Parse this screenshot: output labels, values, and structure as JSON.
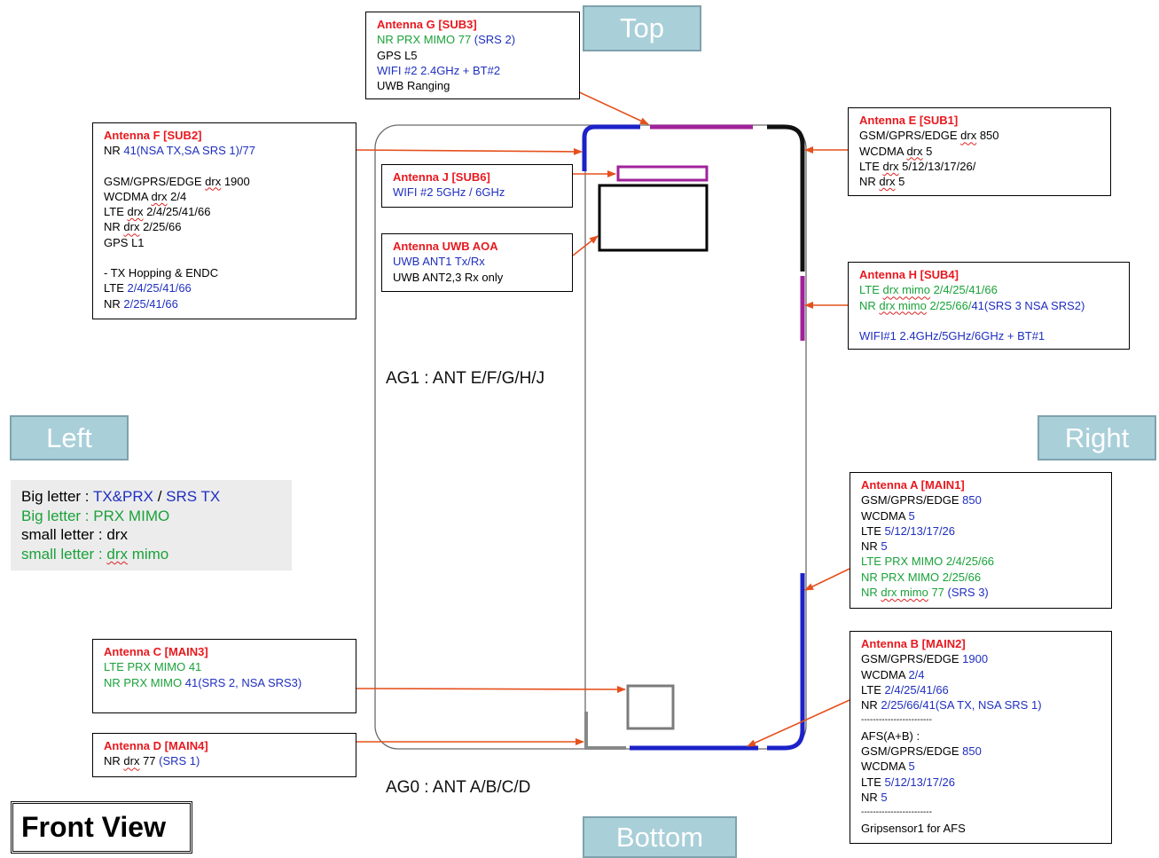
{
  "tabs": {
    "top": "Top",
    "left": "Left",
    "right": "Right",
    "bottom": "Bottom"
  },
  "groups": {
    "ag1": "AG1 : ANT E/F/G/H/J",
    "ag0": "AG0 : ANT A/B/C/D"
  },
  "front_view": "Front View",
  "legend": [
    {
      "a": "Big letter : ",
      "b": "TX&PRX",
      "c": " / ",
      "d": "SRS TX"
    },
    {
      "text": "Big letter : PRX MIMO"
    },
    {
      "text": "small letter : drx"
    },
    {
      "a": "small letter : ",
      "b": "drx",
      "c": " mimo"
    }
  ],
  "antennas": {
    "g": {
      "title": "Antenna G [SUB3]",
      "l1": "NR PRX MIMO 77 ",
      "l1b": "(SRS 2)",
      "l2": "GPS L5",
      "l3": "WIFI #2 2.4GHz + BT#2",
      "l4": "UWB Ranging"
    },
    "f": {
      "title": "Antenna F [SUB2]",
      "nr_a": "NR ",
      "nr_b": "41(NSA TX,SA SRS 1)/77",
      "gsm_a": "GSM/GPRS/EDGE ",
      "gsm_b": "drx",
      "gsm_c": " 1900",
      "wc_a": "WCDMA ",
      "wc_b": "drx",
      "wc_c": " 2/4",
      "lte_a": "LTE ",
      "lte_b": "drx",
      "lte_c": " 2/4/25/41/66",
      "nr2_a": "NR ",
      "nr2_b": "drx",
      "nr2_c": " 2/25/66",
      "gps": "GPS L1",
      "hop": "- TX Hopping & ENDC",
      "lte3_a": "LTE ",
      "lte3_b": "2/4/25/41/66",
      "nr3_a": "NR ",
      "nr3_b": "2/25/41/66"
    },
    "j": {
      "title": "Antenna J [SUB6]",
      "l1": "WIFI #2 5GHz / 6GHz"
    },
    "uwb": {
      "title": "Antenna UWB  AOA",
      "l1": "UWB ANT1 Tx/Rx",
      "l2": "UWB ANT2,3 Rx only"
    },
    "e": {
      "title": "Antenna E [SUB1]",
      "l1a": "GSM/GPRS/EDGE ",
      "l1b": "drx",
      "l1c": " 850",
      "l2a": "WCDMA ",
      "l2b": "drx",
      "l2c": " 5",
      "l3a": "LTE ",
      "l3b": "drx",
      "l3c": " 5/12/13/17/26/",
      "l4a": "NR ",
      "l4b": "drx",
      "l4c": " 5"
    },
    "h": {
      "title": "Antenna H [SUB4]",
      "l1a": "LTE ",
      "l1b": "drx mimo",
      "l1c": " 2/4/25/41/66",
      "l2a": "NR ",
      "l2b": "drx mimo",
      "l2c": " 2/25/66/",
      "l2d": "41(SRS 3 NSA SRS2)",
      "l3": "WIFI#1 2.4GHz/5GHz/6GHz + BT#1"
    },
    "a": {
      "title": "Antenna A [MAIN1]",
      "l1a": "GSM/GPRS/EDGE ",
      "l1b": "850",
      "l2a": "WCDMA ",
      "l2b": "5",
      "l3a": "LTE ",
      "l3b": "5/12/13/17/26",
      "l4a": "NR ",
      "l4b": "5",
      "l5": "LTE PRX MIMO 2/4/25/66",
      "l6": "NR PRX MIMO 2/25/66",
      "l7a": "NR ",
      "l7b": "drx mimo",
      "l7c": " 77 ",
      "l7d": "(SRS 3)"
    },
    "b": {
      "title": "Antenna B [MAIN2]",
      "l1a": "GSM/GPRS/EDGE ",
      "l1b": "1900",
      "l2a": "WCDMA ",
      "l2b": "2/4",
      "l3a": "LTE ",
      "l3b": "2/4/25/41/66",
      "l4a": "NR ",
      "l4b": "2/25/66/41(SA TX, NSA SRS 1)",
      "sep1": "------------------------",
      "l5": "AFS(A+B) :",
      "l6a": "GSM/GPRS/EDGE ",
      "l6b": "850",
      "l7a": "WCDMA ",
      "l7b": "5",
      "l8a": "LTE ",
      "l8b": "5/12/13/17/26",
      "l9a": "NR ",
      "l9b": "5",
      "sep2": "------------------------",
      "l10": "Gripsensor1 for AFS"
    },
    "c": {
      "title": "Antenna C [MAIN3]",
      "l1": "LTE PRX MIMO 41",
      "l2a": "NR PRX MIMO ",
      "l2b": "41",
      "l2c": "(SRS 2, NSA SRS3)"
    },
    "d": {
      "title": "Antenna D [MAIN4]",
      "l1a": "NR ",
      "l1b": "drx",
      "l1c": " 77 ",
      "l1d": "(SRS 1)"
    }
  },
  "colors": {
    "title_red": "#e8191f",
    "blue": "#1f2fbf",
    "green": "#1aa23a",
    "antenna_purple": "#a0229a",
    "arrow": "#e5501c",
    "tab": "#a9cfd9"
  }
}
